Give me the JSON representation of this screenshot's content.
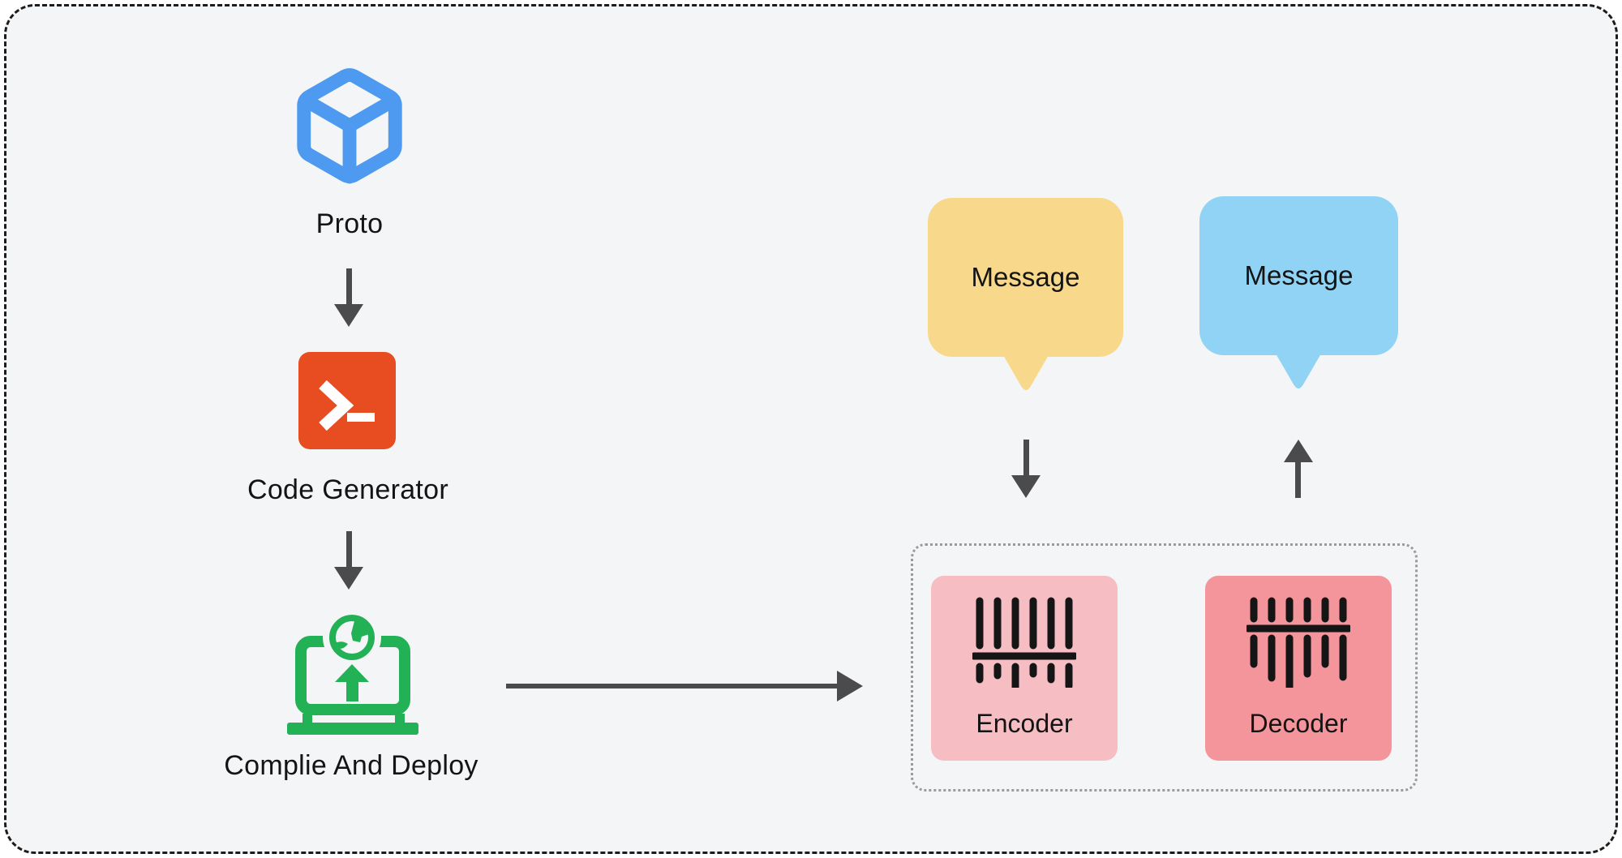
{
  "colors": {
    "page-bg": "#ffffff",
    "panel-bg": "#f4f5f7",
    "frame-border": "#1c1c1c",
    "text-ink": "#141414",
    "arrow-ink": "#4b4b4e",
    "cube-blue": "#4d9af0",
    "terminal-orange": "#e84d22",
    "terminal-glyph": "#ffffff",
    "deploy-green": "#22b155",
    "msg-yellow": "#f8d98c",
    "msg-blue": "#90d3f4",
    "encoder-pink": "#f6bdc2",
    "decoder-salmon": "#f4949b",
    "codec-border": "#9a9a9e",
    "barcode-ink": "#151515"
  },
  "pipeline": {
    "proto": {
      "label": "Proto",
      "icon": "cube-3d-icon"
    },
    "code_generator": {
      "label": "Code Generator",
      "icon": "terminal-icon"
    },
    "compile_and_deploy": {
      "label": "Complie And Deploy",
      "icon": "deploy-laptop-globe-icon"
    }
  },
  "messages": {
    "encode_input": {
      "label": "Message",
      "bubble_color": "#f8d98c"
    },
    "decode_output": {
      "label": "Message",
      "bubble_color": "#90d3f4"
    }
  },
  "codec": {
    "encoder": {
      "label": "Encoder",
      "icon": "barcode-scan-icon",
      "box_color": "#f6bdc2"
    },
    "decoder": {
      "label": "Decoder",
      "icon": "barcode-scan-icon",
      "box_color": "#f4949b"
    }
  }
}
